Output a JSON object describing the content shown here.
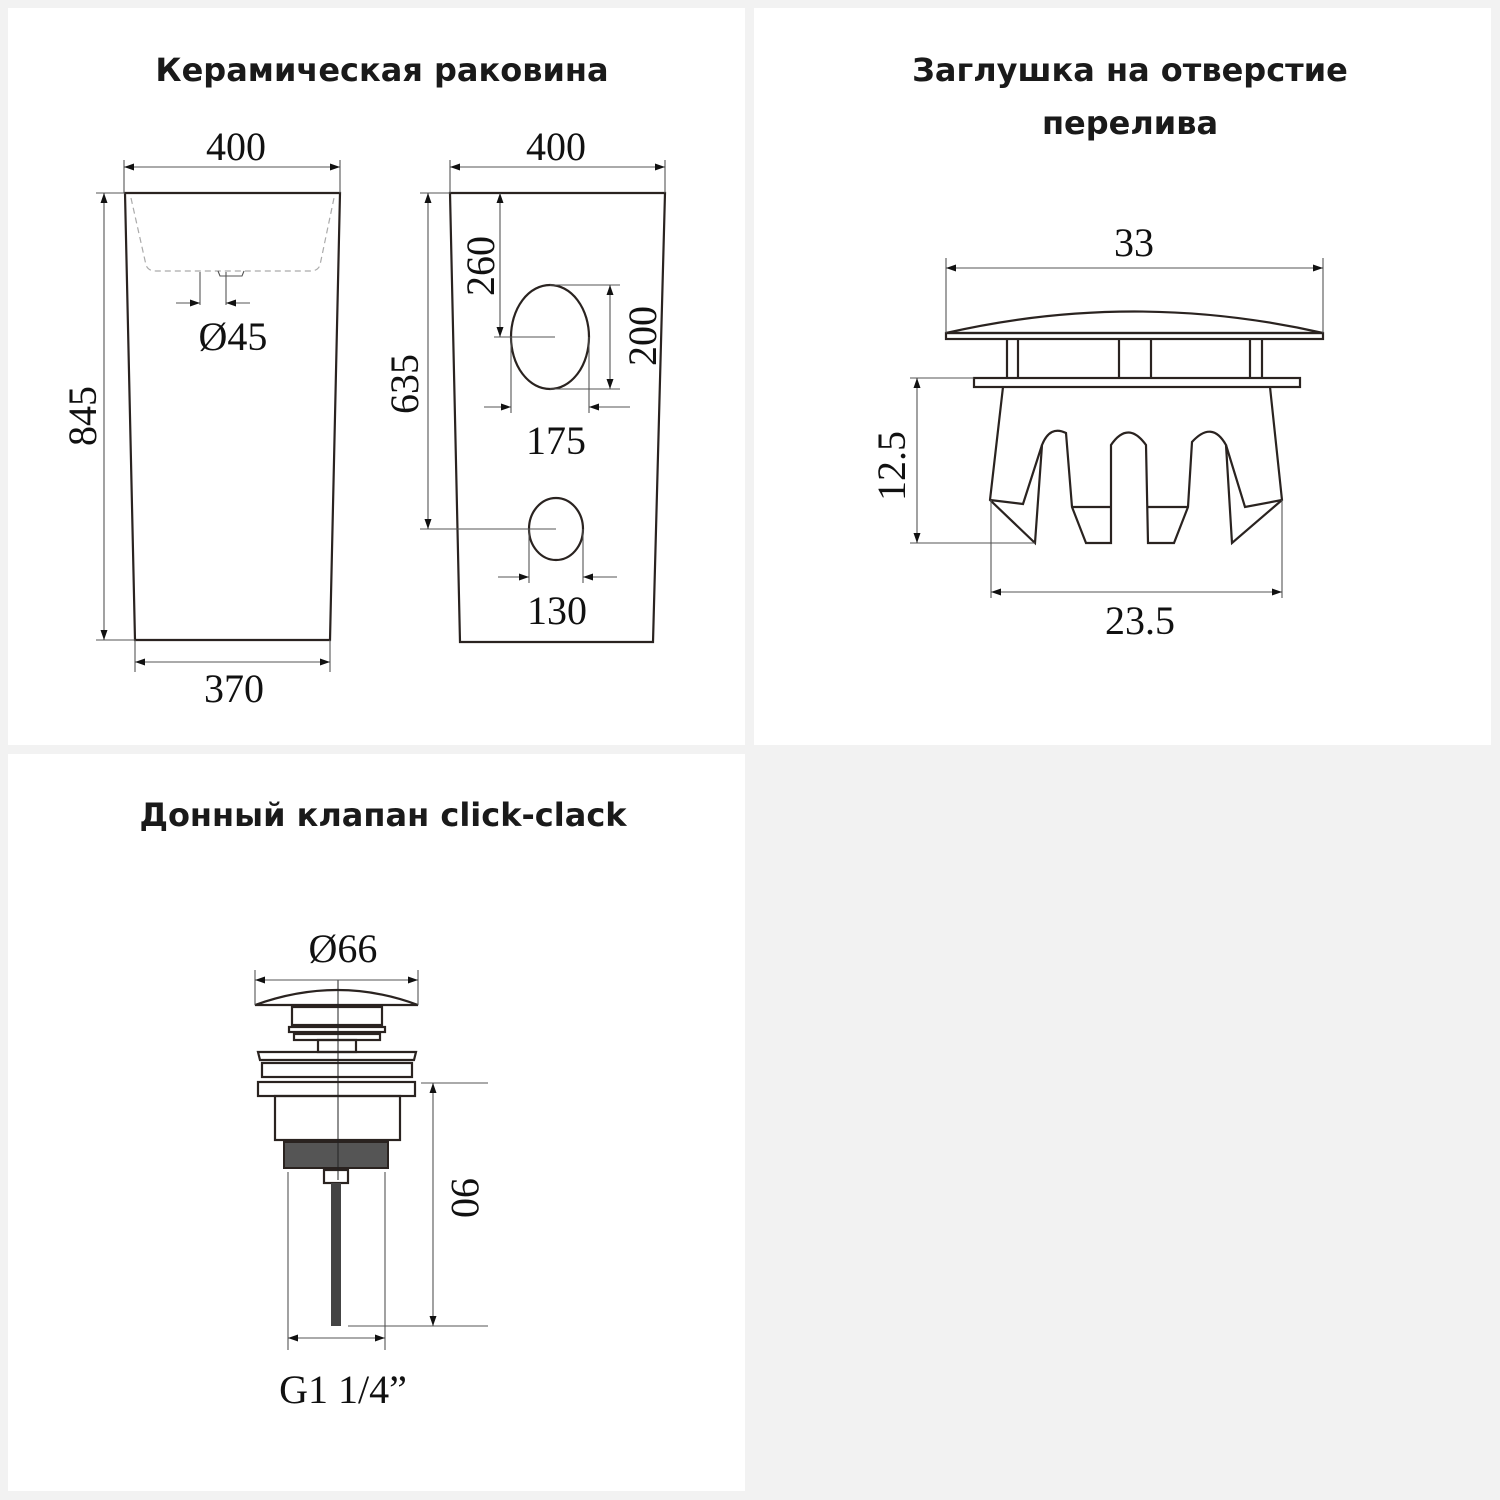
{
  "panels": {
    "sink": {
      "title": "Керамическая раковина",
      "dims": {
        "top_width_front": "400",
        "drain": "Ø45",
        "height": "845",
        "bottom_width": "370",
        "top_width_side": "400",
        "hole_depth": "635",
        "oval_depth": "260",
        "oval_height": "200",
        "oval_width": "175",
        "circle_width": "130"
      }
    },
    "overflow": {
      "title": "Заглушка на отверстие перелива",
      "dims": {
        "cap_width": "33",
        "height": "12.5",
        "body_width": "23.5"
      }
    },
    "valve": {
      "title": "Донный клапан click-clack",
      "dims": {
        "cap_diameter": "Ø66",
        "height": "90",
        "thread": "G1 1/4”"
      }
    }
  },
  "colors": {
    "background": "#f2f2f2",
    "panel": "#ffffff",
    "line": "#2a2320"
  }
}
